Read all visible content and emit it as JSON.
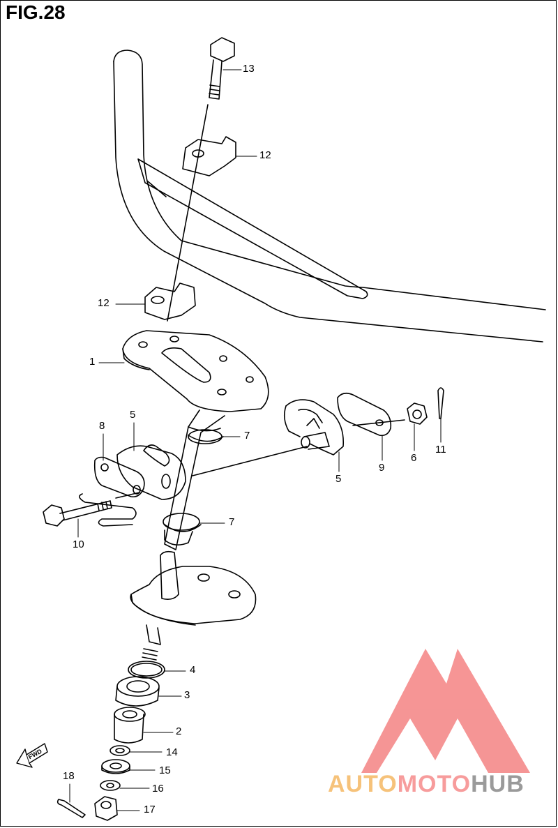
{
  "figure_title": "FIG.28",
  "callouts": {
    "c13": "13",
    "c12a": "12",
    "c12b": "12",
    "c1": "1",
    "c8": "8",
    "c5a": "5",
    "c7a": "7",
    "c7b": "7",
    "c10": "10",
    "c5b": "5",
    "c9": "9",
    "c6": "6",
    "c11": "11",
    "c4": "4",
    "c3": "3",
    "c2": "2",
    "c14": "14",
    "c15": "15",
    "c16": "16",
    "c17": "17",
    "c18": "18"
  },
  "fwd_label": "FWD",
  "watermark": {
    "part1": "AUTO",
    "part2": "MOTO",
    "part3": "HUB"
  },
  "colors": {
    "line": "#000000",
    "logo": "#f58a8a",
    "wm_auto": "#f6c27a",
    "wm_moto": "#f79c9c",
    "wm_hub": "#9a9a9a"
  }
}
